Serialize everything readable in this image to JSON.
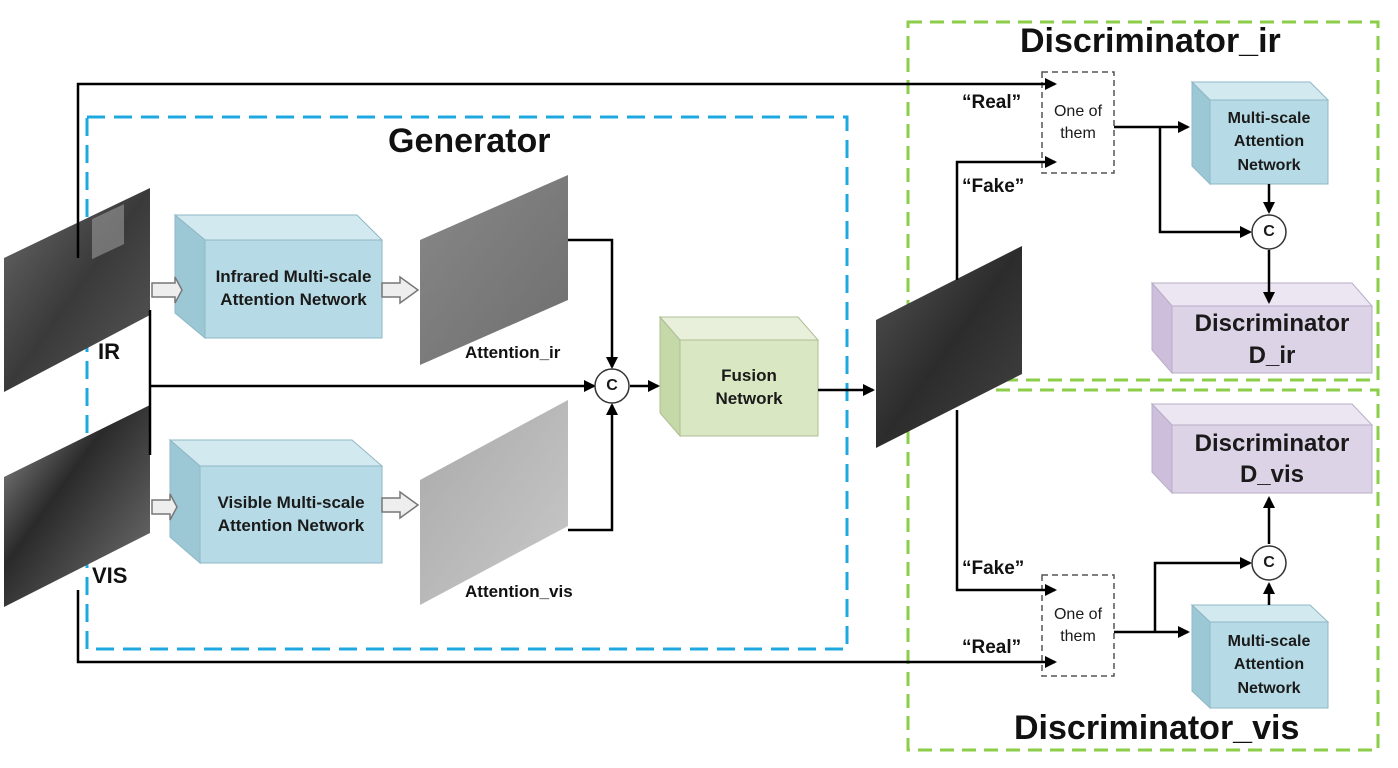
{
  "title_generator": "Generator",
  "title_discriminator_ir": "Discriminator_ir",
  "title_discriminator_vis": "Discriminator_vis",
  "input_ir_label": "IR",
  "input_vis_label": "VIS",
  "ir_attention_net": "Infrared Multi-scale\nAttention Network",
  "vis_attention_net": "Visible Multi-scale\nAttention Network",
  "attention_ir_label": "Attention_ir",
  "attention_vis_label": "Attention_vis",
  "fusion_net": "Fusion\nNetwork",
  "concat_symbol": "C",
  "real_label": "“Real”",
  "fake_label": "“Fake”",
  "one_of_them": "One of\nthem",
  "msa_net": "Multi-scale\nAttention\nNetwork",
  "disc_ir_box": "Discriminator\nD_ir",
  "disc_vis_box": "Discriminator\nD_vis",
  "colors": {
    "generator_border": "#1fa8e0",
    "discriminator_border": "#8ccd4a",
    "attention_box": "#b7dbe6",
    "fusion_box": "#d9e7c3",
    "discriminator_box": "#ddd3e7"
  }
}
